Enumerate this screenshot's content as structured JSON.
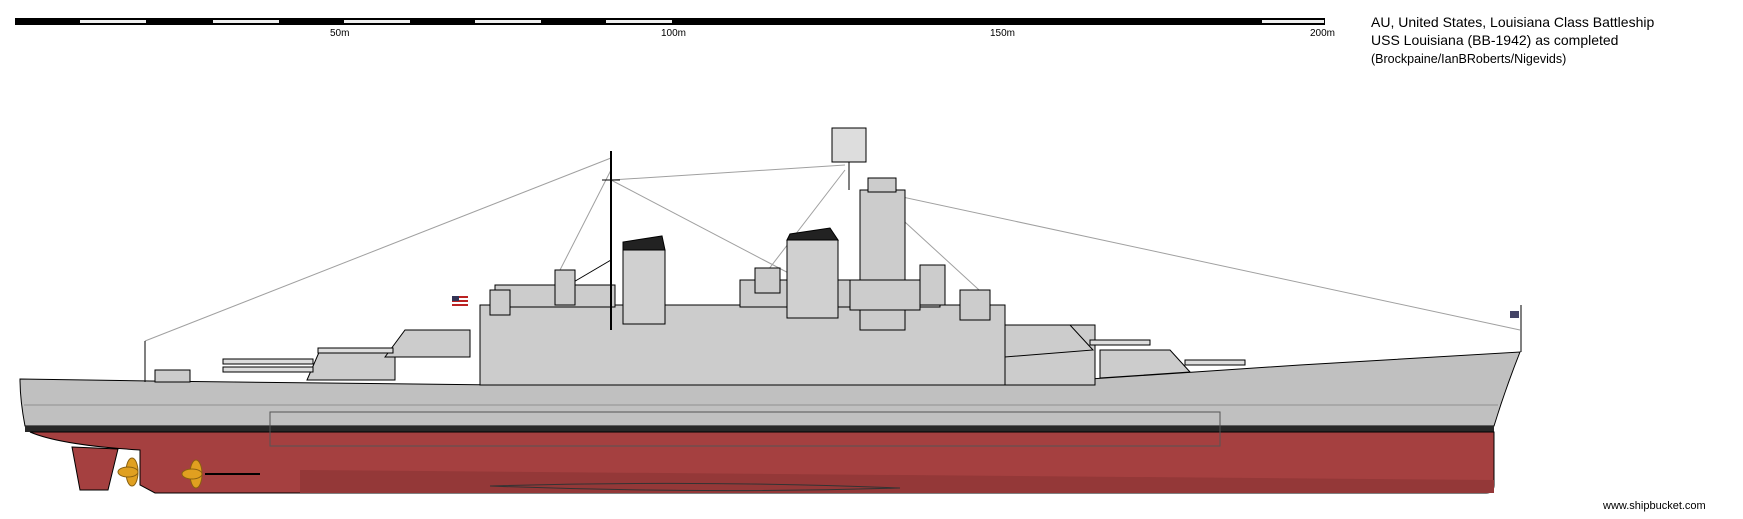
{
  "scale_bar": {
    "labels": [
      "50m",
      "100m",
      "150m",
      "200m"
    ]
  },
  "title": {
    "line1": "AU, United States, Louisiana Class Battleship",
    "line2": "USS Louisiana (BB-1942) as completed",
    "credits": "(Brockpaine/IanBRoberts/Nigevids)"
  },
  "watermark": "www.shipbucket.com",
  "colors": {
    "hull_gray": "#c0c0c0",
    "superstructure_gray": "#cccccc",
    "boot_top": "#282828",
    "antifouling_red": "#a54040",
    "propeller": "#e0a020"
  }
}
